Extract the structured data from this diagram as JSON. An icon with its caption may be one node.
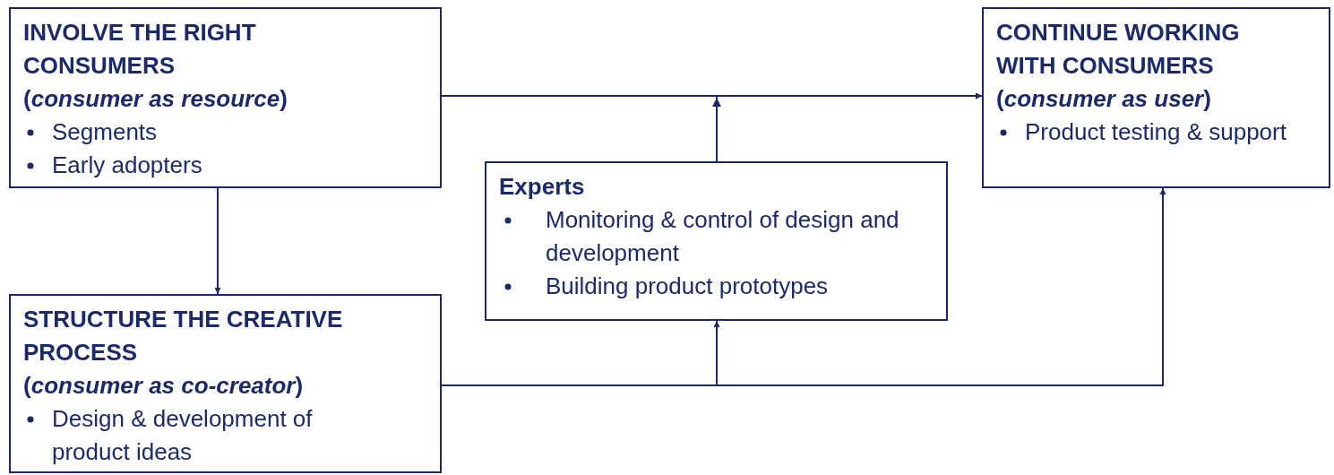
{
  "diagram": {
    "nodes": [
      {
        "text": [
          "INVOLVE THE RIGHT CONSUMERS",
          "(*consumer as resource*)",
          "Segments",
          "Early adopters"
        ]
      },
      {
        "text": [
          "CONTINUE WORKING WITH CONSUMERS",
          "(*consumer as user*)",
          "Product testing & support"
        ]
      },
      {
        "text": [
          "Experts",
          "Monitoring & control of design and development",
          "Building product prototypes"
        ]
      },
      {
        "text": [
          "STRUCTURE THE CREATIVE PROCESS",
          "(*consumer as co-creator*)",
          "Design & development of product ideas"
        ]
      }
    ],
    "edges": [
      {
        "from": 0,
        "to": 1,
        "arrow": "to"
      },
      {
        "from": 0,
        "to": 3,
        "arrow": "to"
      },
      {
        "from": 2,
        "to": 1,
        "arrow": "to"
      },
      {
        "from": 3,
        "to": 2,
        "arrow": "to"
      },
      {
        "from": 3,
        "to": 1,
        "arrow": "to"
      }
    ]
  }
}
